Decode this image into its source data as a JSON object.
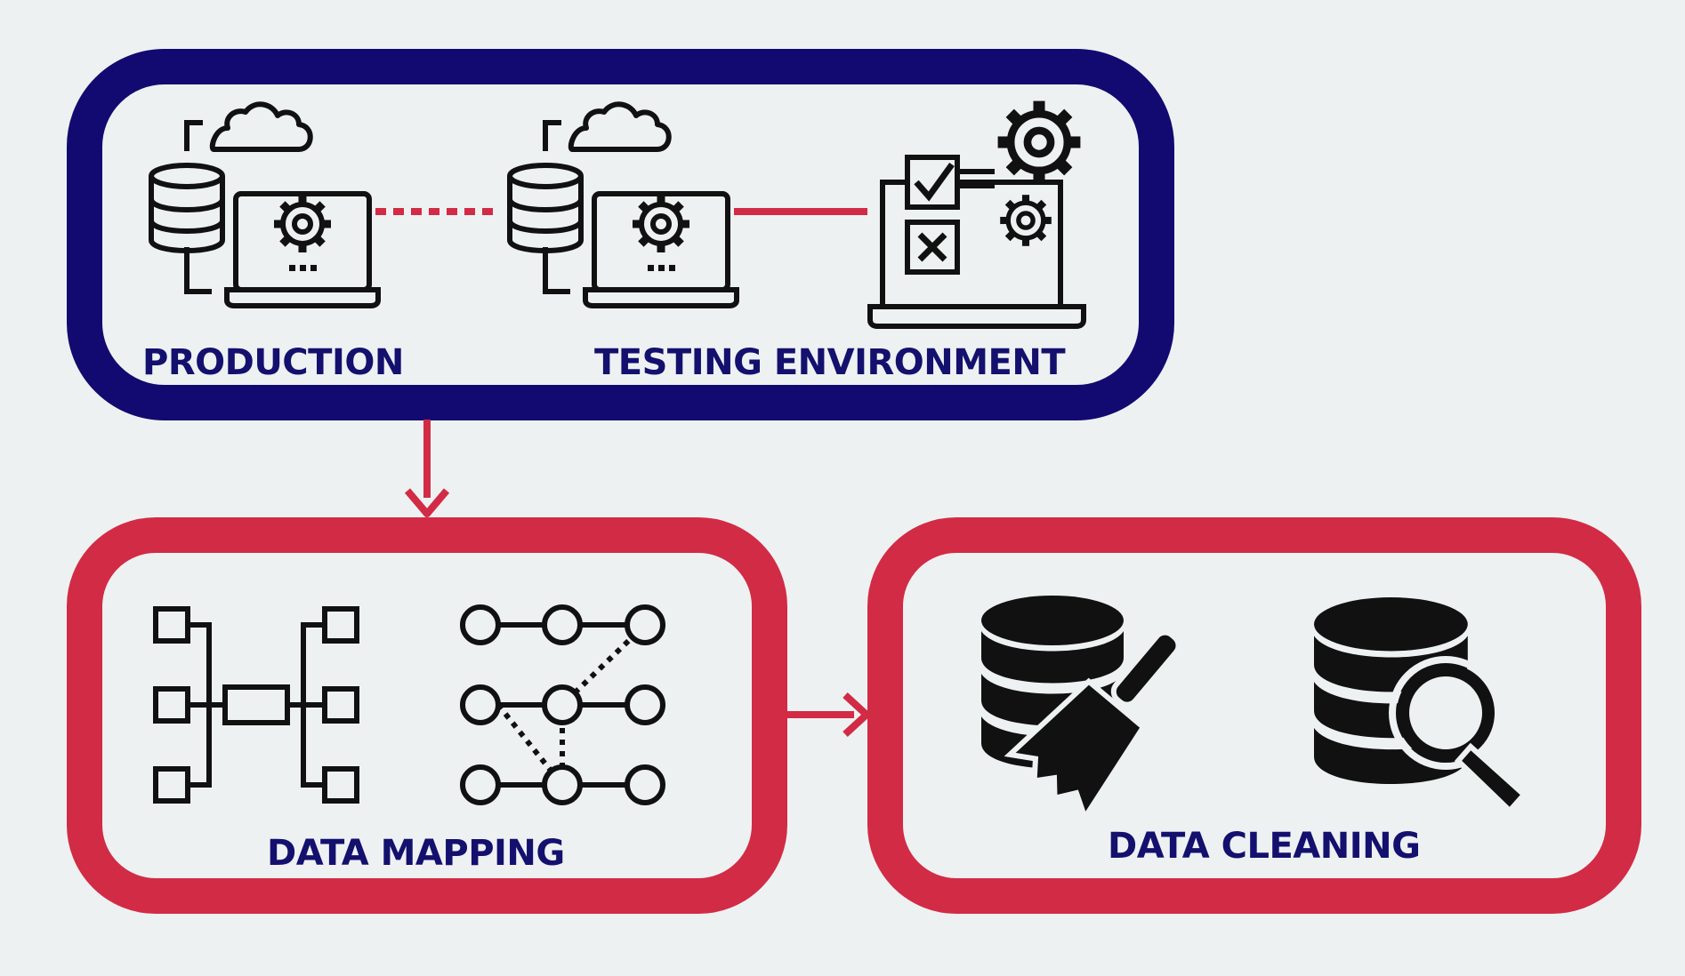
{
  "sections": {
    "top": {
      "production_label": "PRODUCTION",
      "testing_label": "TESTING ENVIRONMENT"
    },
    "mapping": {
      "label": "DATA MAPPING"
    },
    "cleaning": {
      "label": "DATA CLEANING"
    }
  },
  "colors": {
    "navy": "#120a70",
    "red": "#d22b45",
    "label_text": "#14106e",
    "icon": "#111111",
    "background": "#eef1f2"
  },
  "icons": [
    "cloud-icon",
    "database-icon",
    "laptop-gear-icon",
    "checklist-gears-laptop-icon",
    "hierarchy-map-icon",
    "node-graph-icon",
    "database-broom-icon",
    "database-search-icon"
  ]
}
